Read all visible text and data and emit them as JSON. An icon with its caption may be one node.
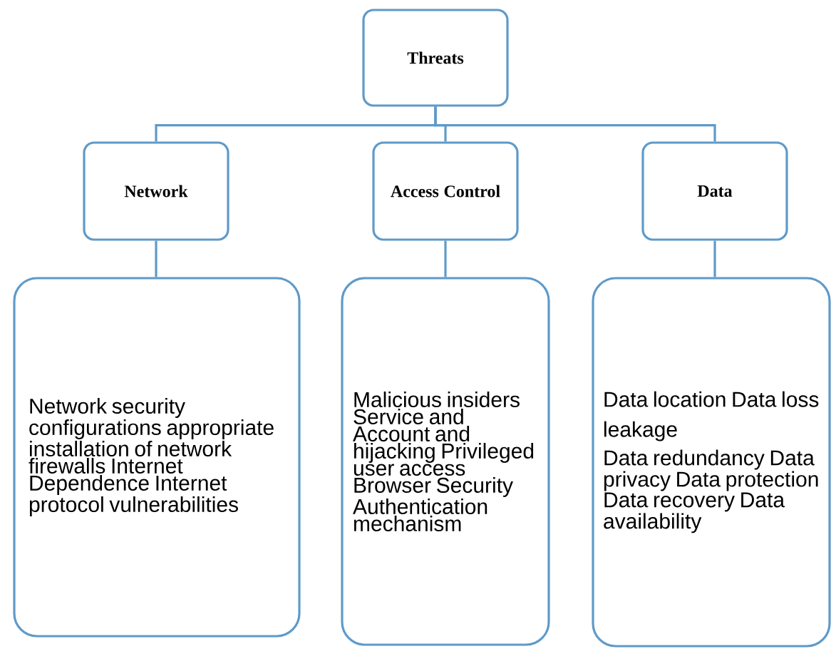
{
  "diagram": {
    "nodes": [
      {
        "text": [
          "Threats"
        ]
      },
      {
        "text": [
          "Network"
        ]
      },
      {
        "text": [
          "Access Control"
        ]
      },
      {
        "text": [
          "Data"
        ]
      },
      {
        "text": [
          "Network security configurations appropriate installation of network firewalls Internet Dependence Internet protocol vulnerabilities"
        ]
      },
      {
        "text": [
          "Malicious insiders Service and Account and hijacking Privileged user access Browser Security Authentication mechanism"
        ]
      },
      {
        "text": [
          "Data location Data loss leakage",
          "Data redundancy Data privacy Data protection Data recovery Data availability"
        ]
      }
    ],
    "edges": [
      {
        "from": 0,
        "to": 1,
        "arrow": "none"
      },
      {
        "from": 0,
        "to": 2,
        "arrow": "none"
      },
      {
        "from": 0,
        "to": 3,
        "arrow": "none"
      },
      {
        "from": 1,
        "to": 4,
        "arrow": "none"
      },
      {
        "from": 2,
        "to": 5,
        "arrow": "none"
      },
      {
        "from": 3,
        "to": 6,
        "arrow": "none"
      }
    ]
  }
}
